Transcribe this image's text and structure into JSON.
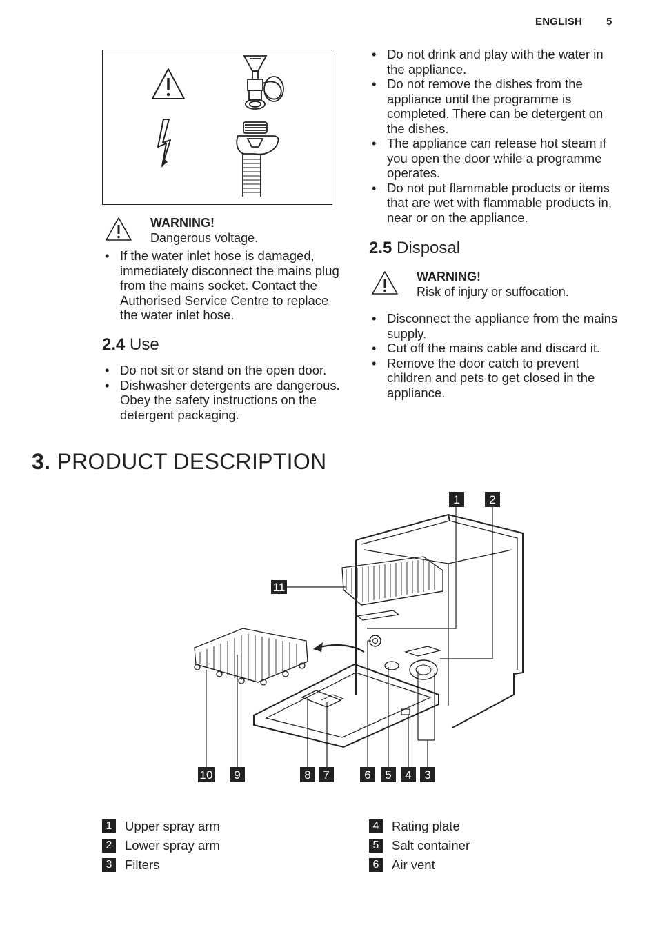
{
  "header": {
    "language": "ENGLISH",
    "page_number": "5"
  },
  "left_column": {
    "warning_voltage": {
      "title": "WARNING!",
      "text": "Dangerous voltage."
    },
    "bullets_hose": [
      "If the water inlet hose is damaged, immediately disconnect the mains plug from the mains socket. Contact the Authorised Service Centre to replace the water inlet hose."
    ],
    "section_use": {
      "number": "2.4",
      "title": "Use"
    },
    "bullets_use": [
      "Do not sit or stand on the open door.",
      "Dishwasher detergents are dangerous. Obey the safety instructions on the detergent packaging."
    ]
  },
  "right_column": {
    "bullets_top": [
      "Do not drink and play with the water in the appliance.",
      "Do not remove the dishes from the appliance until the programme is completed. There can be detergent on the dishes.",
      "The appliance can release hot steam if you open the door while a programme operates.",
      "Do not put flammable products or items that are wet with flammable products in, near or on the appliance."
    ],
    "section_disposal": {
      "number": "2.5",
      "title": "Disposal"
    },
    "warning_injury": {
      "title": "WARNING!",
      "text": "Risk of injury or suffocation."
    },
    "bullets_disposal": [
      "Disconnect the appliance from the mains supply.",
      "Cut off the mains cable and discard it.",
      "Remove the door catch to prevent children and pets to get closed in the appliance."
    ]
  },
  "chapter": {
    "number": "3.",
    "title": "PRODUCT DESCRIPTION"
  },
  "diagram_callouts": [
    "1",
    "2",
    "11",
    "10",
    "9",
    "8",
    "7",
    "6",
    "5",
    "4",
    "3"
  ],
  "legend": {
    "left": [
      {
        "num": "1",
        "label": "Upper spray arm"
      },
      {
        "num": "2",
        "label": "Lower spray arm"
      },
      {
        "num": "3",
        "label": "Filters"
      }
    ],
    "right": [
      {
        "num": "4",
        "label": "Rating plate"
      },
      {
        "num": "5",
        "label": "Salt container"
      },
      {
        "num": "6",
        "label": "Air vent"
      }
    ]
  }
}
